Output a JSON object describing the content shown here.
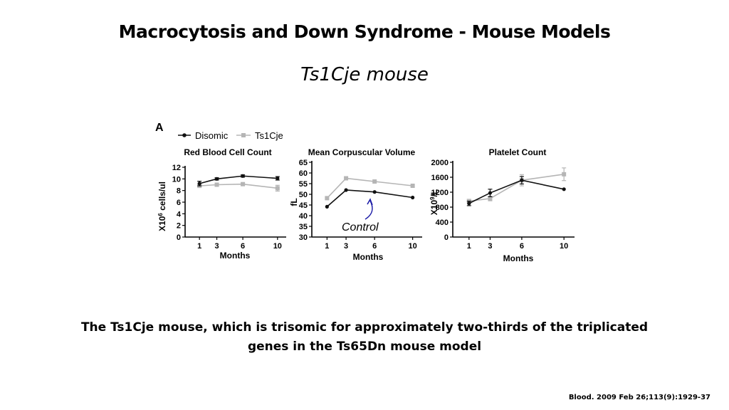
{
  "slide": {
    "title": "Macrocytosis and Down Syndrome - Mouse Models",
    "subtitle": "Ts1Cje mouse",
    "caption_line1": "The Ts1Cje mouse, which is trisomic for approximately two-thirds of the triplicated",
    "caption_line2": "genes in the Ts65Dn mouse model",
    "citation": "Blood. 2009 Feb 26;113(9):1929-37"
  },
  "figure": {
    "panel_label": "A",
    "annotation": "Control",
    "legend": [
      {
        "name": "Disomic",
        "color": "#111111"
      },
      {
        "name": "Ts1Cje",
        "color": "#b5b5b5"
      }
    ]
  },
  "chart_data": [
    {
      "type": "line",
      "title": "Red Blood Cell Count",
      "xlabel": "Months",
      "ylabel": "X10^6 cells/ul",
      "x": [
        1,
        3,
        6,
        10
      ],
      "ylim": [
        0,
        12
      ],
      "yticks": [
        0,
        2,
        4,
        6,
        8,
        10,
        12
      ],
      "series": [
        {
          "name": "Disomic",
          "values": [
            9.2,
            10.0,
            10.5,
            10.1
          ],
          "err": [
            0.4,
            0.2,
            0.2,
            0.3
          ]
        },
        {
          "name": "Ts1Cje",
          "values": [
            8.8,
            9.0,
            9.1,
            8.4
          ],
          "err": [
            0.2,
            0.2,
            0.2,
            0.5
          ]
        }
      ]
    },
    {
      "type": "line",
      "title": "Mean Corpuscular Volume",
      "xlabel": "Months",
      "ylabel": "fL",
      "x": [
        1,
        3,
        6,
        10
      ],
      "ylim": [
        30,
        65
      ],
      "yticks": [
        30,
        35,
        40,
        45,
        50,
        55,
        60,
        65
      ],
      "series": [
        {
          "name": "Disomic",
          "values": [
            44.2,
            52.0,
            51.1,
            48.5
          ],
          "err": [
            0,
            0,
            0,
            0
          ]
        },
        {
          "name": "Ts1Cje",
          "values": [
            48.2,
            57.5,
            56.0,
            54.0
          ],
          "err": [
            0,
            0,
            0,
            0
          ]
        }
      ]
    },
    {
      "type": "line",
      "title": "Platelet Count",
      "xlabel": "Months",
      "ylabel": "X10^9/L",
      "x": [
        1,
        3,
        6,
        10
      ],
      "ylim": [
        0,
        2000
      ],
      "yticks": [
        0,
        400,
        800,
        1200,
        1600,
        2000
      ],
      "series": [
        {
          "name": "Disomic",
          "values": [
            900,
            1180,
            1520,
            1280
          ],
          "err": [
            60,
            100,
            100,
            0
          ]
        },
        {
          "name": "Ts1Cje",
          "values": [
            960,
            1030,
            1520,
            1680
          ],
          "err": [
            50,
            60,
            150,
            170
          ]
        }
      ]
    }
  ]
}
